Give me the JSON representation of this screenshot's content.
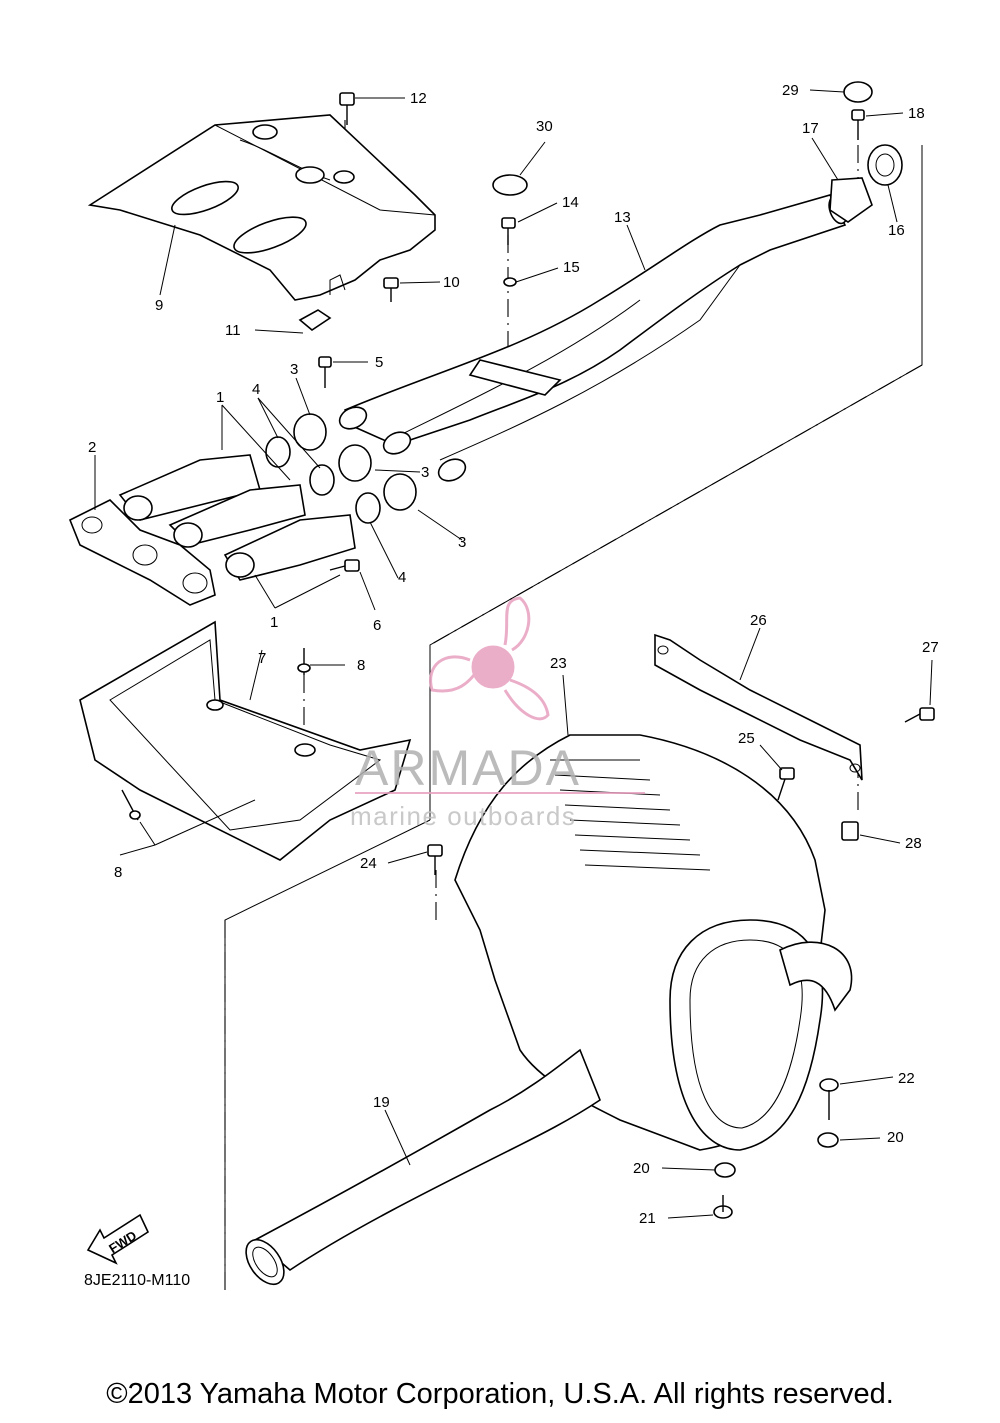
{
  "diagram": {
    "callouts": [
      {
        "label": "1"
      },
      {
        "label": "1"
      },
      {
        "label": "2"
      },
      {
        "label": "3"
      },
      {
        "label": "3"
      },
      {
        "label": "3"
      },
      {
        "label": "4"
      },
      {
        "label": "4"
      },
      {
        "label": "5"
      },
      {
        "label": "6"
      },
      {
        "label": "7"
      },
      {
        "label": "8"
      },
      {
        "label": "8"
      },
      {
        "label": "9"
      },
      {
        "label": "10"
      },
      {
        "label": "11"
      },
      {
        "label": "12"
      },
      {
        "label": "13"
      },
      {
        "label": "14"
      },
      {
        "label": "15"
      },
      {
        "label": "16"
      },
      {
        "label": "17"
      },
      {
        "label": "18"
      },
      {
        "label": "19"
      },
      {
        "label": "20"
      },
      {
        "label": "20"
      },
      {
        "label": "21"
      },
      {
        "label": "22"
      },
      {
        "label": "23"
      },
      {
        "label": "24"
      },
      {
        "label": "25"
      },
      {
        "label": "26"
      },
      {
        "label": "27"
      },
      {
        "label": "28"
      },
      {
        "label": "29"
      },
      {
        "label": "30"
      }
    ],
    "fwd_label": "FWD",
    "diagram_code": "8JE2110-M110"
  },
  "watermark": {
    "brand": "ARMADA",
    "tagline": "marine outboards",
    "color": "#e8a0c0"
  },
  "footer": {
    "copyright": "©2013 Yamaha Motor Corporation, U.S.A. All rights reserved."
  }
}
